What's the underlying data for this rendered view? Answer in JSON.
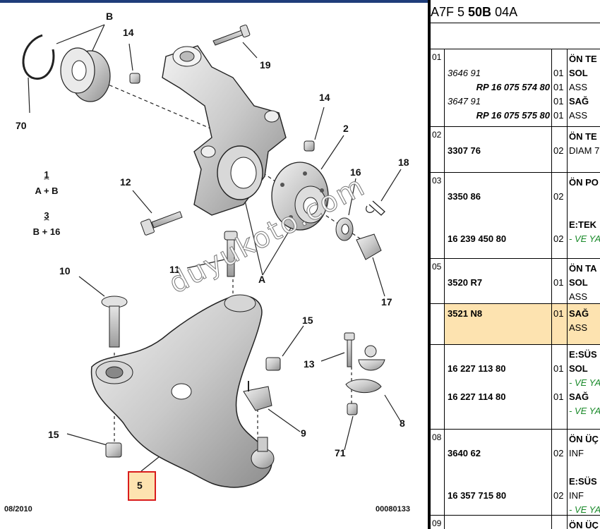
{
  "diagram": {
    "callouts": {
      "b": "B",
      "c14a": "14",
      "c19": "19",
      "c70": "70",
      "c14b": "14",
      "c2": "2",
      "c16": "16",
      "c18": "18",
      "c12": "12",
      "c11": "11",
      "c10": "10",
      "a": "A",
      "c17": "17",
      "c15a": "15",
      "c13": "13",
      "c8": "8",
      "c9": "9",
      "c15b": "15",
      "c71": "71",
      "c5": "5"
    },
    "legend": [
      {
        "num": "1",
        "formula": "A + B"
      },
      {
        "num": "3",
        "formula": "B + 16"
      }
    ],
    "watermark": "duyukoto.com",
    "date": "08/2010",
    "code": "00080133"
  },
  "panel": {
    "ref": {
      "p1": "A7F 5 ",
      "p2": "50B",
      "p3": " 04A"
    },
    "rows": [
      {
        "idx": "01",
        "lines": [
          {
            "c2": "",
            "c3": "",
            "c4": "ÖN TE",
            "c4b": true
          },
          {
            "c2": "3646 91",
            "c2s": "it",
            "c3": "01",
            "c4": "SOL",
            "c4b": true
          },
          {
            "c2": "RP 16 075 574 80",
            "c2s": "rp",
            "c3": "01",
            "c4": "ASS"
          },
          {
            "c2": "3647 91",
            "c2s": "it",
            "c3": "01",
            "c4": "SAĞ",
            "c4b": true
          },
          {
            "c2": "RP 16 075 575 80",
            "c2s": "rp",
            "c3": "01",
            "c4": "ASS"
          }
        ]
      },
      {
        "idx": "02",
        "lines": [
          {
            "c2": "",
            "c3": "",
            "c4": "ÖN TE",
            "c4b": true
          },
          {
            "c2": "3307 76",
            "c2s": "b",
            "c3": "02",
            "c4": "DIAM 7"
          }
        ]
      },
      {
        "idx": "03",
        "lines": [
          {
            "c2": "",
            "c3": "",
            "c4": "ÖN PO",
            "c4b": true
          },
          {
            "c2": "3350 86",
            "c2s": "b",
            "c3": "02",
            "c4": ""
          },
          {
            "c2": "",
            "c3": "",
            "c4": ""
          },
          {
            "c2": "",
            "c3": "",
            "c4": "E:TEK",
            "c4b": true
          },
          {
            "c2": "16 239 450 80",
            "c2s": "b",
            "c3": "02",
            "c4": "- VE YA",
            "c4g": true
          }
        ]
      },
      {
        "idx": "05",
        "lines": [
          {
            "c2": "",
            "c3": "",
            "c4": "ÖN TA",
            "c4b": true
          },
          {
            "c2": "3520 R7",
            "c2s": "b",
            "c3": "01",
            "c4": "SOL",
            "c4b": true
          },
          {
            "c2": "",
            "c3": "",
            "c4": "ASS"
          }
        ]
      },
      {
        "idx": "",
        "hl": true,
        "lines": [
          {
            "c2": "3521 N8",
            "c2s": "b",
            "c3": "01",
            "c4": "SAĞ",
            "c4b": true
          },
          {
            "c2": "",
            "c3": "",
            "c4": "ASS"
          }
        ]
      },
      {
        "idx": "",
        "lines": [
          {
            "c2": "",
            "c3": "",
            "c4": "E:SÜS",
            "c4b": true
          },
          {
            "c2": "16 227 113 80",
            "c2s": "b",
            "c3": "01",
            "c4": "SOL",
            "c4b": true
          },
          {
            "c2": "",
            "c3": "",
            "c4": "- VE YA",
            "c4g": true
          },
          {
            "c2": "16 227 114 80",
            "c2s": "b",
            "c3": "01",
            "c4": "SAĞ",
            "c4b": true
          },
          {
            "c2": "",
            "c3": "",
            "c4": "- VE YA",
            "c4g": true
          }
        ]
      },
      {
        "idx": "08",
        "lines": [
          {
            "c2": "",
            "c3": "",
            "c4": "ÖN ÜÇ",
            "c4b": true
          },
          {
            "c2": "3640 62",
            "c2s": "b",
            "c3": "02",
            "c4": "INF"
          },
          {
            "c2": "",
            "c3": "",
            "c4": ""
          },
          {
            "c2": "",
            "c3": "",
            "c4": "E:SÜS",
            "c4b": true
          },
          {
            "c2": "16 357 715 80",
            "c2s": "b",
            "c3": "02",
            "c4": "INF"
          },
          {
            "c2": "",
            "c3": "",
            "c4": "- VE YA",
            "c4g": true
          }
        ]
      },
      {
        "idx": "09",
        "lines": [
          {
            "c2": "",
            "c3": "",
            "c4": "ÖN ÜÇ",
            "c4b": true
          }
        ]
      }
    ]
  }
}
